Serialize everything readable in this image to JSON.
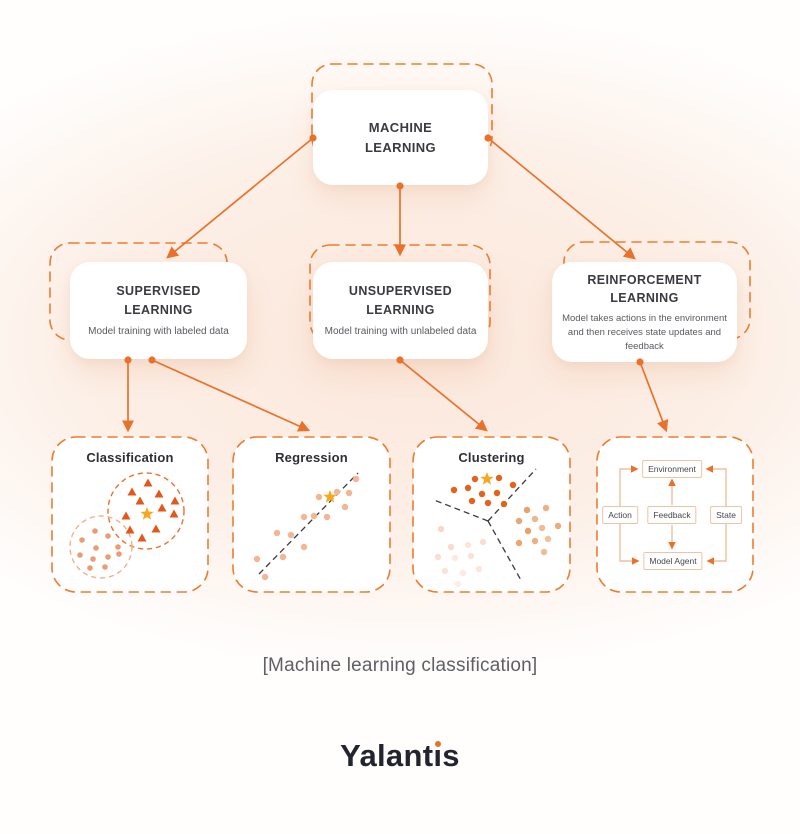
{
  "colors": {
    "accent_orange": "#E8722C",
    "dashed_border_orange": "#ED7D31",
    "light_connector_orange": "#F2BE9D",
    "star_yellow": "#F6A81F",
    "triangle_orange": "#E2571B",
    "dot_salmon": "#EA9C74",
    "dark_dashed_line": "#3A3A3C",
    "title_text": "#3A3A40",
    "subtitle_text": "#5A5A60",
    "caption_text": "#5F5F65",
    "logo_navy": "#23252E"
  },
  "diagram": {
    "root": {
      "title": "MACHINE LEARNING"
    },
    "branches": [
      {
        "title": "SUPERVISED LEARNING",
        "subtitle": "Model training with labeled data"
      },
      {
        "title": "UNSUPERVISED LEARNING",
        "subtitle": "Model training with unlabeled data"
      },
      {
        "title": "REINFORCEMENT LEARNING",
        "subtitle": "Model takes actions in the environment and then receives state updates and feedback"
      }
    ],
    "leaves": [
      {
        "title": "Classification",
        "illustration": "two-class-scatter"
      },
      {
        "title": "Regression",
        "illustration": "trend-line-scatter"
      },
      {
        "title": "Clustering",
        "illustration": "three-cluster-scatter"
      },
      {
        "illustration": "agent-environment-loop",
        "nodes": {
          "environment": "Environment",
          "action": "Action",
          "feedback": "Feedback",
          "state": "State",
          "model_agent": "Model Agent"
        }
      }
    ]
  },
  "caption": "[Machine learning classification]",
  "logo": {
    "text": "Yalantis"
  }
}
